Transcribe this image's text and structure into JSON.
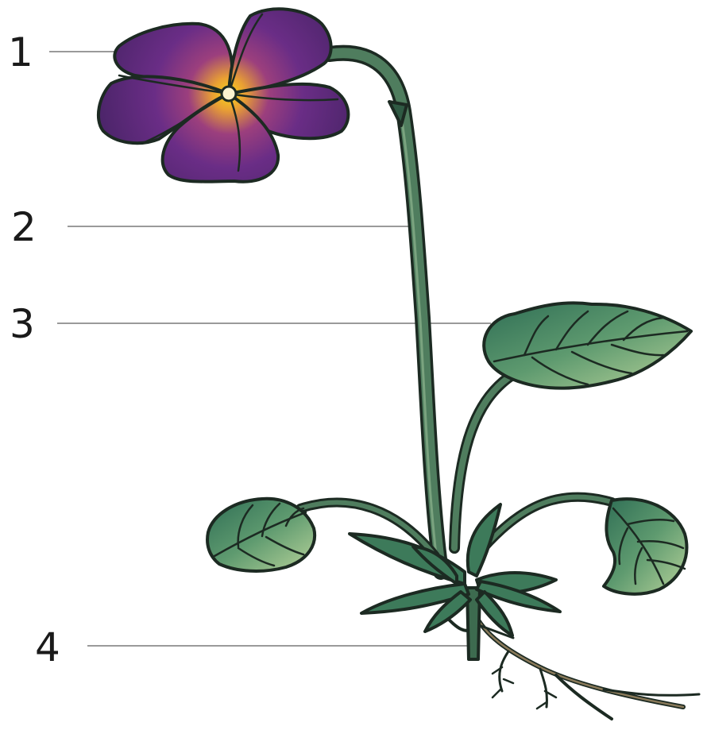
{
  "labels": [
    {
      "id": "1",
      "text": "1"
    },
    {
      "id": "2",
      "text": "2"
    },
    {
      "id": "3",
      "text": "3"
    },
    {
      "id": "4",
      "text": "4"
    }
  ],
  "colors": {
    "petal": "#5b2a7e",
    "petal_center": "#f3c21a",
    "leaf": "#3f7f5e",
    "leaf_light": "#a8c98f",
    "stem": "#3d6b4f",
    "outline": "#1c2a22",
    "root": "#7a6a4c",
    "leader_line": "#9a9a9a"
  }
}
